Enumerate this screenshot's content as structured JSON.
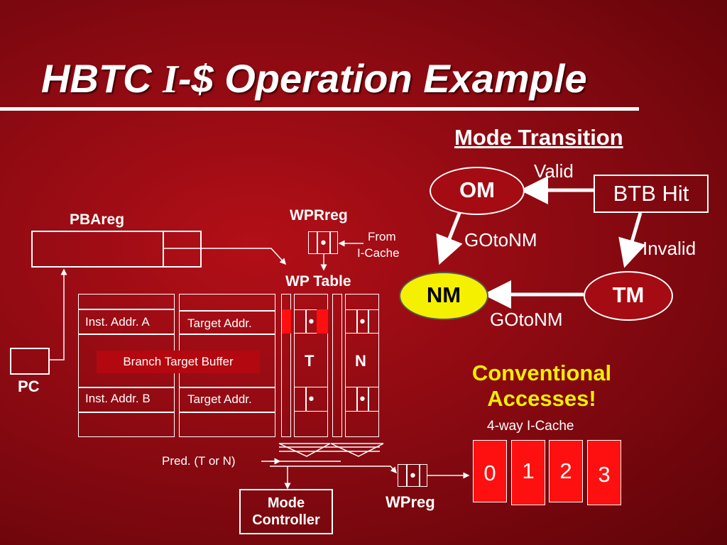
{
  "title": {
    "prefix": "HBTC ",
    "italic": "I",
    "suffix": "-$ Operation Example"
  },
  "mode_transition": {
    "heading": "Mode Transition",
    "states": {
      "om": "OM",
      "nm": "NM",
      "tm": "TM",
      "btb_hit": "BTB Hit"
    },
    "edges": {
      "valid": "Valid",
      "invalid": "Invalid",
      "goto_nm_left": "GOtoNM",
      "goto_nm_bottom": "GOtoNM"
    }
  },
  "diagram": {
    "pbareg": "PBAreg",
    "pc": "PC",
    "wprreg": "WPRreg",
    "from_icache_1": "From",
    "from_icache_2": "I-Cache",
    "wp_table": "WP Table",
    "inst_addr_a": "Inst. Addr. A",
    "inst_addr_b": "Inst. Addr. B",
    "target_addr_1": "Target Addr.",
    "target_addr_2": "Target Addr.",
    "btb_label": "Branch Target Buffer",
    "col_t": "T",
    "col_n": "N",
    "dot": "•",
    "pred": "Pred. (T or N)",
    "mode_controller_1": "Mode",
    "mode_controller_2": "Controller",
    "wpreg": "WPreg"
  },
  "conventional": {
    "line1": "Conventional",
    "line2": "Accesses!"
  },
  "icache": {
    "label": "4-way I-Cache",
    "ways": [
      "0",
      "1",
      "2",
      "3"
    ]
  },
  "colors": {
    "accent_yellow": "#f5f000",
    "conventional_yellow": "#f3ee00",
    "way_red": "#ff1010",
    "background": "#8e0a12"
  }
}
